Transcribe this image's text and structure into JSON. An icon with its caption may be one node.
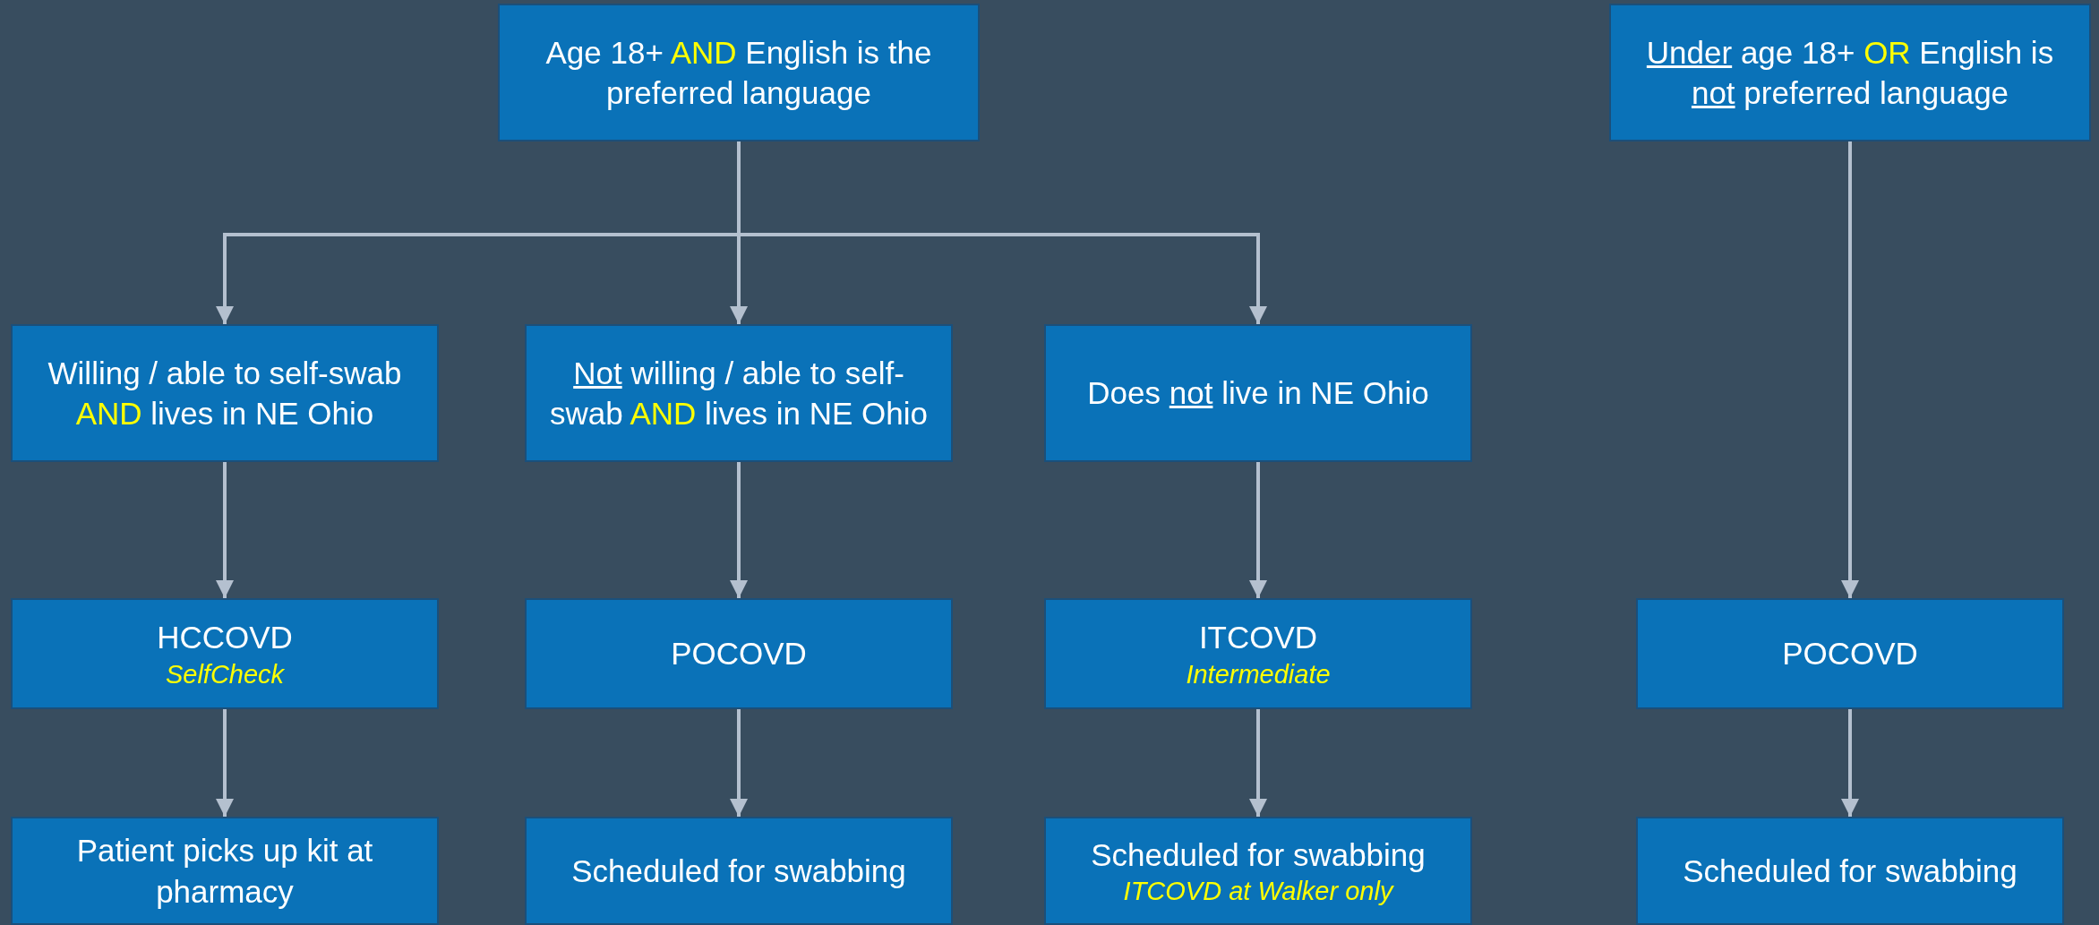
{
  "diagram": {
    "nodes": [
      {
        "text": [
          "Age 18+ **AND** English is the preferred language"
        ]
      },
      {
        "text": [
          "*Under* age 18+ **OR** English is *not* preferred language"
        ]
      },
      {
        "text": [
          "Willing / able to self-swab **AND** lives in NE Ohio"
        ]
      },
      {
        "text": [
          "*Not* willing / able to self-swab **AND** lives in NE Ohio"
        ]
      },
      {
        "text": [
          "Does *not* live in NE Ohio"
        ]
      },
      {
        "text": [
          "HCCOVD",
          "SelfCheck"
        ]
      },
      {
        "text": [
          "POCOVD"
        ]
      },
      {
        "text": [
          "ITCOVD",
          "Intermediate"
        ]
      },
      {
        "text": [
          "POCOVD"
        ]
      },
      {
        "text": [
          "Patient picks up kit at pharmacy"
        ]
      },
      {
        "text": [
          "Scheduled for swabbing"
        ]
      },
      {
        "text": [
          "Scheduled for swabbing",
          "ITCOVD at Walker only"
        ]
      },
      {
        "text": [
          "Scheduled for swabbing"
        ]
      }
    ],
    "edges": [
      {
        "from": 0,
        "to": 2,
        "arrow": "to"
      },
      {
        "from": 0,
        "to": 3,
        "arrow": "to"
      },
      {
        "from": 0,
        "to": 4,
        "arrow": "to"
      },
      {
        "from": 1,
        "to": 8,
        "arrow": "to"
      },
      {
        "from": 2,
        "to": 5,
        "arrow": "to"
      },
      {
        "from": 3,
        "to": 6,
        "arrow": "to"
      },
      {
        "from": 4,
        "to": 7,
        "arrow": "to"
      },
      {
        "from": 5,
        "to": 9,
        "arrow": "to"
      },
      {
        "from": 6,
        "to": 10,
        "arrow": "to"
      },
      {
        "from": 7,
        "to": 11,
        "arrow": "to"
      },
      {
        "from": 8,
        "to": 12,
        "arrow": "to"
      }
    ]
  }
}
